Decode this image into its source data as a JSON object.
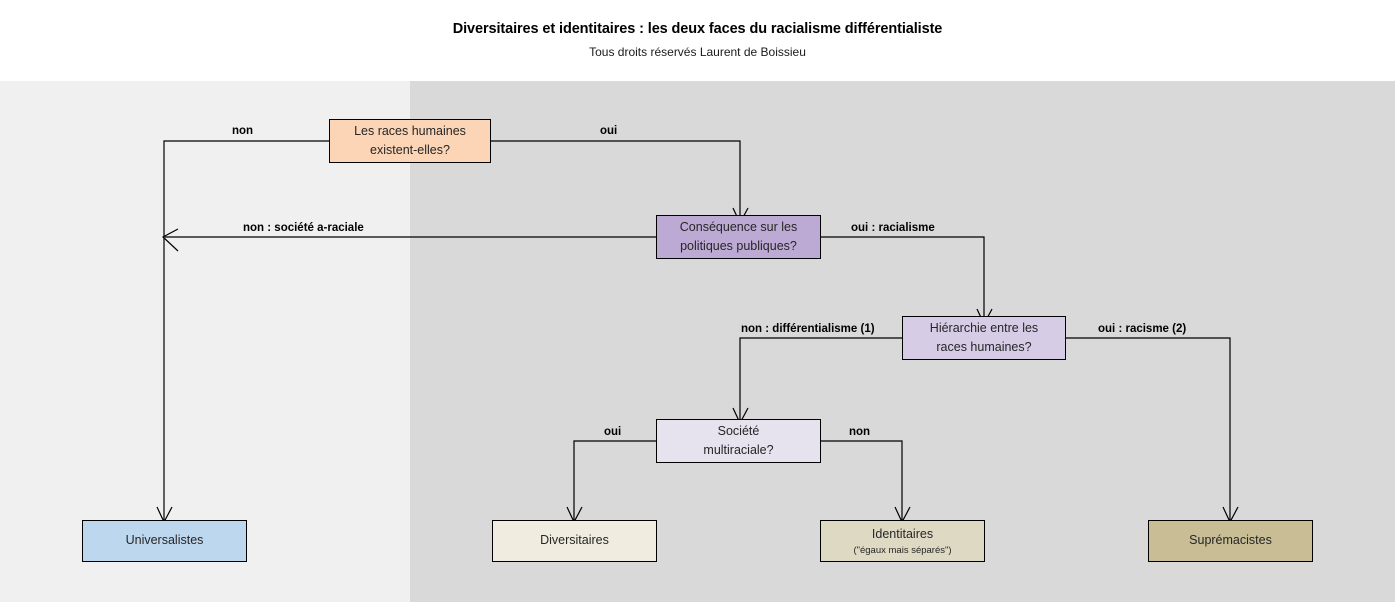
{
  "header": {
    "title": "Diversitaires et identitaires : les deux faces du racialisme différentialiste",
    "subtitle": "Tous droits réservés Laurent de Boissieu"
  },
  "colors": {
    "background_left": "#f0f0f0",
    "background_right": "#d9d9d9",
    "page_background": "#ffffff",
    "node_races": "#fbd5b5",
    "node_consequence": "#bcaad4",
    "node_hierarchie": "#d6cce6",
    "node_societe": "#e6e2ee",
    "node_universalistes": "#bdd7ee",
    "node_diversitaires": "#f0ece0",
    "node_identitaires": "#ded9c2",
    "node_supremacistes": "#c8bd94",
    "stroke": "#000000",
    "text": "#262626"
  },
  "nodes": [
    {
      "id": "races-humaines",
      "label": "Les races humaines\nexistent-elles?",
      "kind": "decision"
    },
    {
      "id": "consequence",
      "label": "Conséquence sur les\npolitiques publiques?",
      "kind": "decision"
    },
    {
      "id": "hierarchie",
      "label": "Hiérarchie entre les\nraces humaines?",
      "kind": "decision"
    },
    {
      "id": "societe-multiraciale",
      "label": "Société\nmultiraciale?",
      "kind": "decision"
    },
    {
      "id": "universalistes",
      "label": "Universalistes",
      "sub": "",
      "kind": "outcome"
    },
    {
      "id": "diversitaires",
      "label": "Diversitaires",
      "sub": "",
      "kind": "outcome"
    },
    {
      "id": "identitaires",
      "label": "Identitaires",
      "sub": "(\"égaux mais séparés\")",
      "kind": "outcome"
    },
    {
      "id": "supremacistes",
      "label": "Suprémacistes",
      "sub": "",
      "kind": "outcome"
    }
  ],
  "edge_labels": {
    "non": "non",
    "oui": "oui",
    "non_societe_araciale": "non : société a-raciale",
    "oui_racialisme": "oui : racialisme",
    "non_differentialisme": "non : différentialisme (1)",
    "oui_racisme": "oui : racisme (2)",
    "oui_societe": "oui",
    "non_societe": "non"
  }
}
